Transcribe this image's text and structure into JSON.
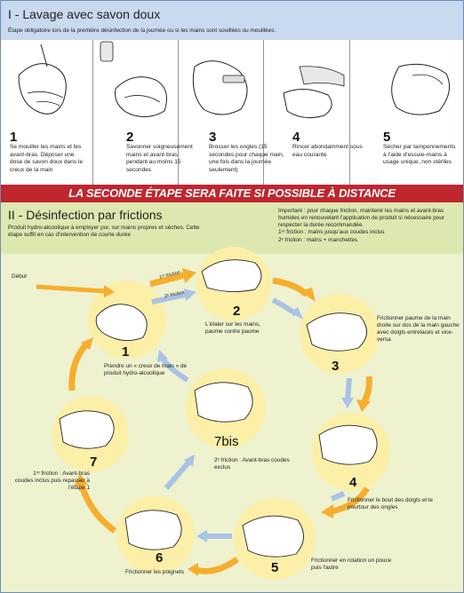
{
  "section1": {
    "title": "I - Lavage avec savon doux",
    "subtitle": "Étape obligatoire lors de la première désinfection de la journée ou si les mains sont souillées ou mouillées.",
    "steps": [
      {
        "num": "1",
        "text": "Se mouiller les mains et les avant-bras. Déposer une dose de savon doux dans le creux de la main"
      },
      {
        "num": "2",
        "text": "Savonner soigneusement mains et avant-bras pendant au moins 15 secondes"
      },
      {
        "num": "3",
        "text": "Brosser les ongles (15 secondes pour chaque main, une fois dans la journée seulement)"
      },
      {
        "num": "4",
        "text": "Rincer abondamment sous eau courante"
      },
      {
        "num": "5",
        "text": "Sécher par tamponnements à l'aide d'essuie-mains à usage unique, non stériles"
      }
    ]
  },
  "banner": "LA SECONDE ÉTAPE SERA FAITE SI POSSIBLE À DISTANCE",
  "section2": {
    "title": "II - Désinfection par frictions",
    "intro": "Produit hydro-alcoolique à employer pur, sur mains propres et sèches. Cette étape suffit en cas d'intervention de courte durée",
    "important": "Important : pour chaque friction, maintenir les mains et avant-bras humides en renouvelant l'application de produit si nécessaire pour respecter la durée recommandée.",
    "friction1": "1ʳᵉ friction : mains jusqu'aux coudes inclus",
    "friction2": "2ᵉ friction : mains + manchettes",
    "start": "Début",
    "arrow_first": "1ʳᵉ friction",
    "arrow_second": "2ᵉ friction",
    "steps": [
      {
        "num": "1",
        "text": "Prendre un « creux de main » de produit hydro-alcoolique"
      },
      {
        "num": "2",
        "text": "L'étaler sur les mains, paume contre paume"
      },
      {
        "num": "3",
        "text": "Frictionner paume de la main droite sur dos de la main gauche avec doigts entrelacés et vice-versa"
      },
      {
        "num": "4",
        "text": "Frictionner le bout des doigts et le pourtour des ongles"
      },
      {
        "num": "5",
        "text": "Frictionner en rotation un pouce puis l'autre"
      },
      {
        "num": "6",
        "text": "Frictionner les poignets"
      },
      {
        "num": "7",
        "text": "1ʳᵉ friction : Avant-bras coudes inclus puis repasser à l'étape 1"
      },
      {
        "num": "7bis",
        "text": "2ᵉ friction : Avant-bras coudes exclus"
      }
    ]
  },
  "colors": {
    "header_blue": "#c9d9ef",
    "banner_red": "#c0262e",
    "green_bg": "#eef2cf",
    "circle_yellow": "#fcefa8",
    "arrow_orange": "#f6ae2d",
    "arrow_blue": "#a9c3e6"
  }
}
